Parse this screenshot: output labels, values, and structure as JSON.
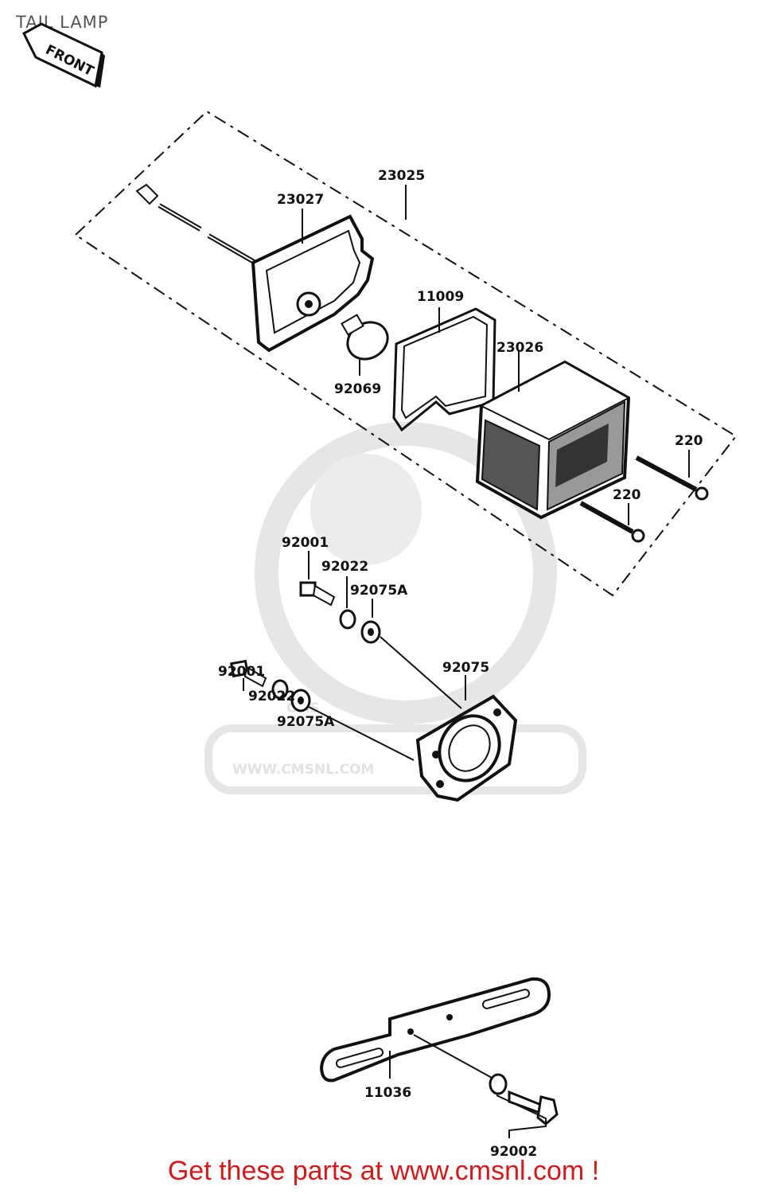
{
  "title": "TAIL LAMP",
  "front_label": "FRONT",
  "parts": {
    "p23025": "23025",
    "p23027": "23027",
    "p11009": "11009",
    "p23026": "23026",
    "p92069": "92069",
    "p220a": "220",
    "p220b": "220",
    "p92001a": "92001",
    "p92022a": "92022",
    "p92075Aa": "92075A",
    "p92001b": "92001",
    "p92022b": "92022",
    "p92075Ab": "92075A",
    "p92075": "92075",
    "p11036": "11036",
    "p92002": "92002"
  },
  "watermark": {
    "url": "WWW.CMSNL.COM",
    "brand": "CMS"
  },
  "footer": "Get these parts at www.cmsnl.com !",
  "colors": {
    "footer": "#d21a1a",
    "title": "#555555",
    "watermark": "#e2e2e2"
  }
}
